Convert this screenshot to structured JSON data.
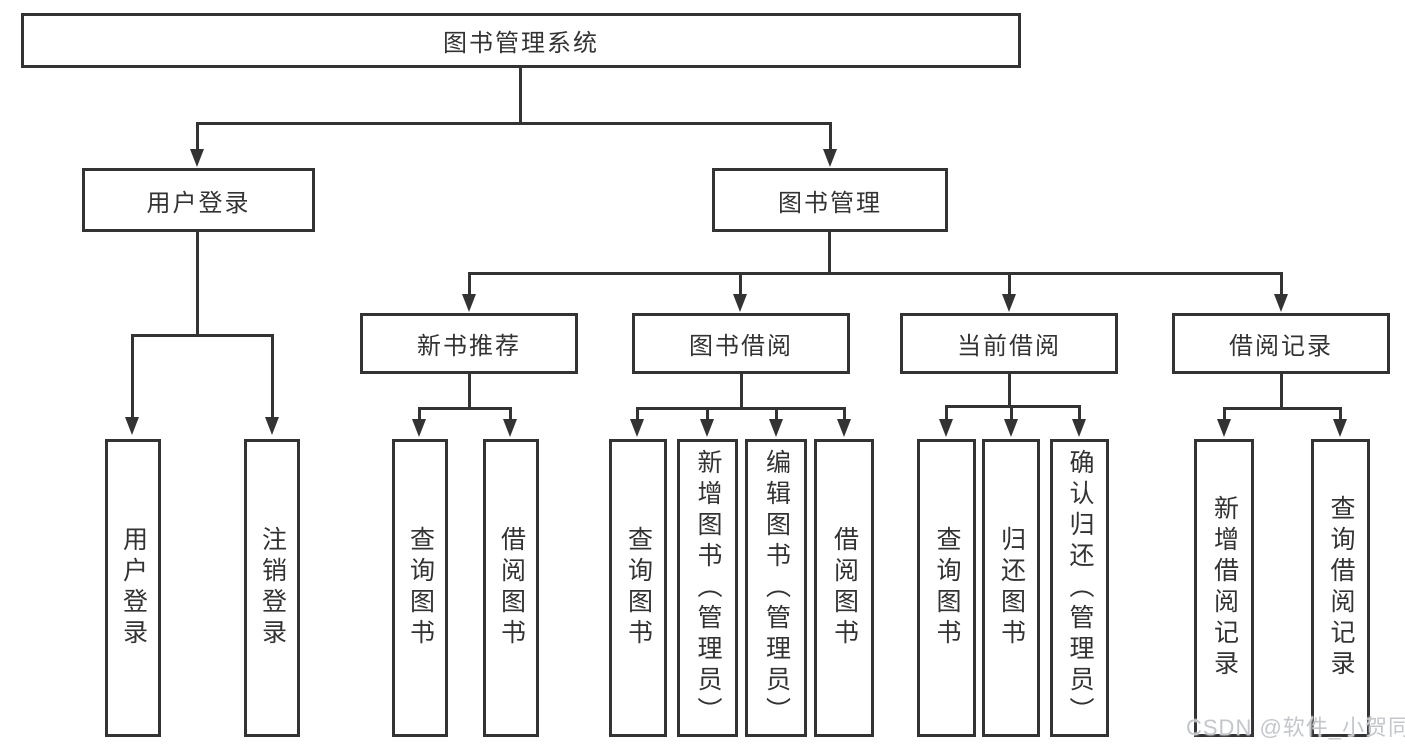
{
  "tree": {
    "root": {
      "label": "图书管理系统"
    },
    "branches": [
      {
        "label": "用户登录",
        "children": [
          {
            "label": "用户登录"
          },
          {
            "label": "注销登录"
          }
        ]
      },
      {
        "label": "图书管理",
        "children": [
          {
            "label": "新书推荐",
            "children": [
              {
                "label": "查询图书"
              },
              {
                "label": "借阅图书"
              }
            ]
          },
          {
            "label": "图书借阅",
            "children": [
              {
                "label": "查询图书"
              },
              {
                "label": "新增图书（管理员）"
              },
              {
                "label": "编辑图书（管理员）"
              },
              {
                "label": "借阅图书"
              }
            ]
          },
          {
            "label": "当前借阅",
            "children": [
              {
                "label": "查询图书"
              },
              {
                "label": "归还图书"
              },
              {
                "label": "确认归还（管理员）"
              }
            ]
          },
          {
            "label": "借阅记录",
            "children": [
              {
                "label": "新增借阅记录"
              },
              {
                "label": "查询借阅记录"
              }
            ]
          }
        ]
      }
    ]
  },
  "watermark": "CSDN @软件_小贺同学",
  "colors": {
    "line": "#333333",
    "text": "#333333",
    "background": "#ffffff",
    "watermark": "#c3c7cb"
  }
}
